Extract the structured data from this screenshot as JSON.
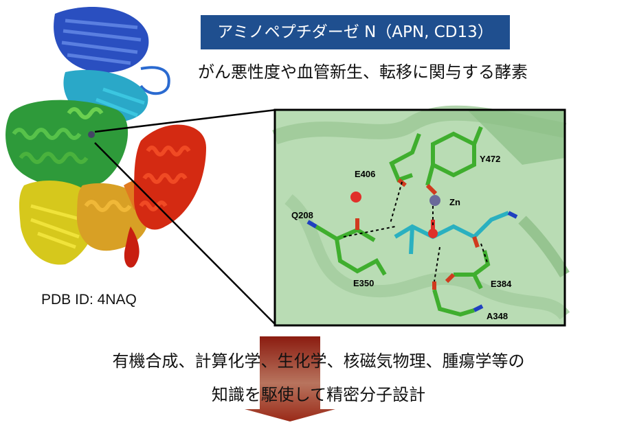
{
  "header": {
    "title": "アミノペプチダーゼ N（APN, CD13）",
    "subtitle": "がん悪性度や血管新生、転移に関与する酵素"
  },
  "protein": {
    "pdb_label": "PDB ID: 4NAQ"
  },
  "active_site": {
    "labels": {
      "e406": "E406",
      "y472": "Y472",
      "zn": "Zn",
      "q208": "Q208",
      "e350": "E350",
      "e384": "E384",
      "a348": "A348"
    }
  },
  "footer": {
    "line1": "有機合成、計算化学、生化学、核磁気物理、腫瘍学等の",
    "line2": "知識を駆使して精密分子設計"
  },
  "colors": {
    "title_bg": "#1f4f8f",
    "inset_bg": "#b9dcb4",
    "arrow_top": "#8b1c10",
    "arrow_bottom": "#c99a86"
  }
}
